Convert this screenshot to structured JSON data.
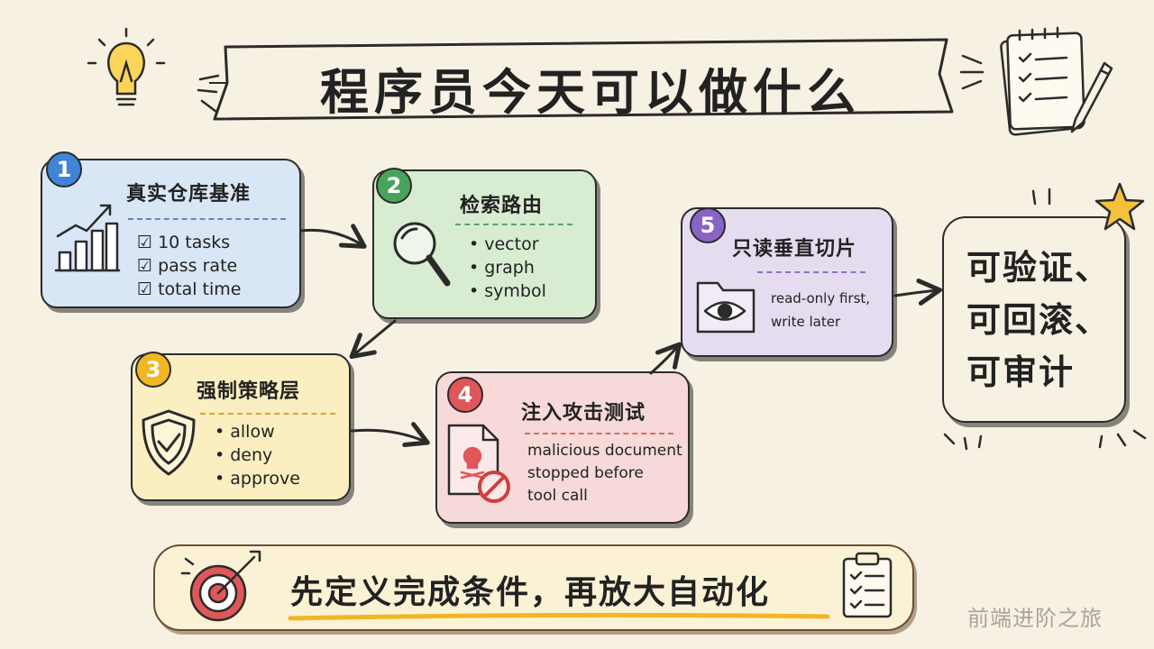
{
  "title": "程序员今天可以做什么",
  "steps": [
    {
      "num": "1",
      "title": "真实仓库基准",
      "items": [
        "☑ 10 tasks",
        "☑ pass rate",
        "☑ total time"
      ]
    },
    {
      "num": "2",
      "title": "检索路由",
      "items": [
        "• vector",
        "• graph",
        "• symbol"
      ]
    },
    {
      "num": "3",
      "title": "强制策略层",
      "items": [
        "• allow",
        "• deny",
        "• approve"
      ]
    },
    {
      "num": "4",
      "title": "注入攻击测试",
      "note": [
        "malicious document",
        "stopped before",
        "tool call"
      ]
    },
    {
      "num": "5",
      "title": "只读垂直切片",
      "note": [
        "read-only first,",
        "write later"
      ]
    }
  ],
  "result": {
    "lines": [
      "可验证、",
      "可回滚、",
      "可审计"
    ]
  },
  "banner": {
    "text": "先定义完成条件，再放大自动化"
  },
  "watermark": "前端进阶之旅",
  "colors": {
    "card1": "#d9e6f5",
    "card2": "#d8ecd2",
    "card3": "#fbeec0",
    "card4": "#f7d9d9",
    "card5": "#e5dcf0",
    "badge1": "#3f84d6",
    "badge2": "#4aa35a",
    "badge3": "#f0b624",
    "badge4": "#e0575a",
    "badge5": "#8a63c7"
  }
}
